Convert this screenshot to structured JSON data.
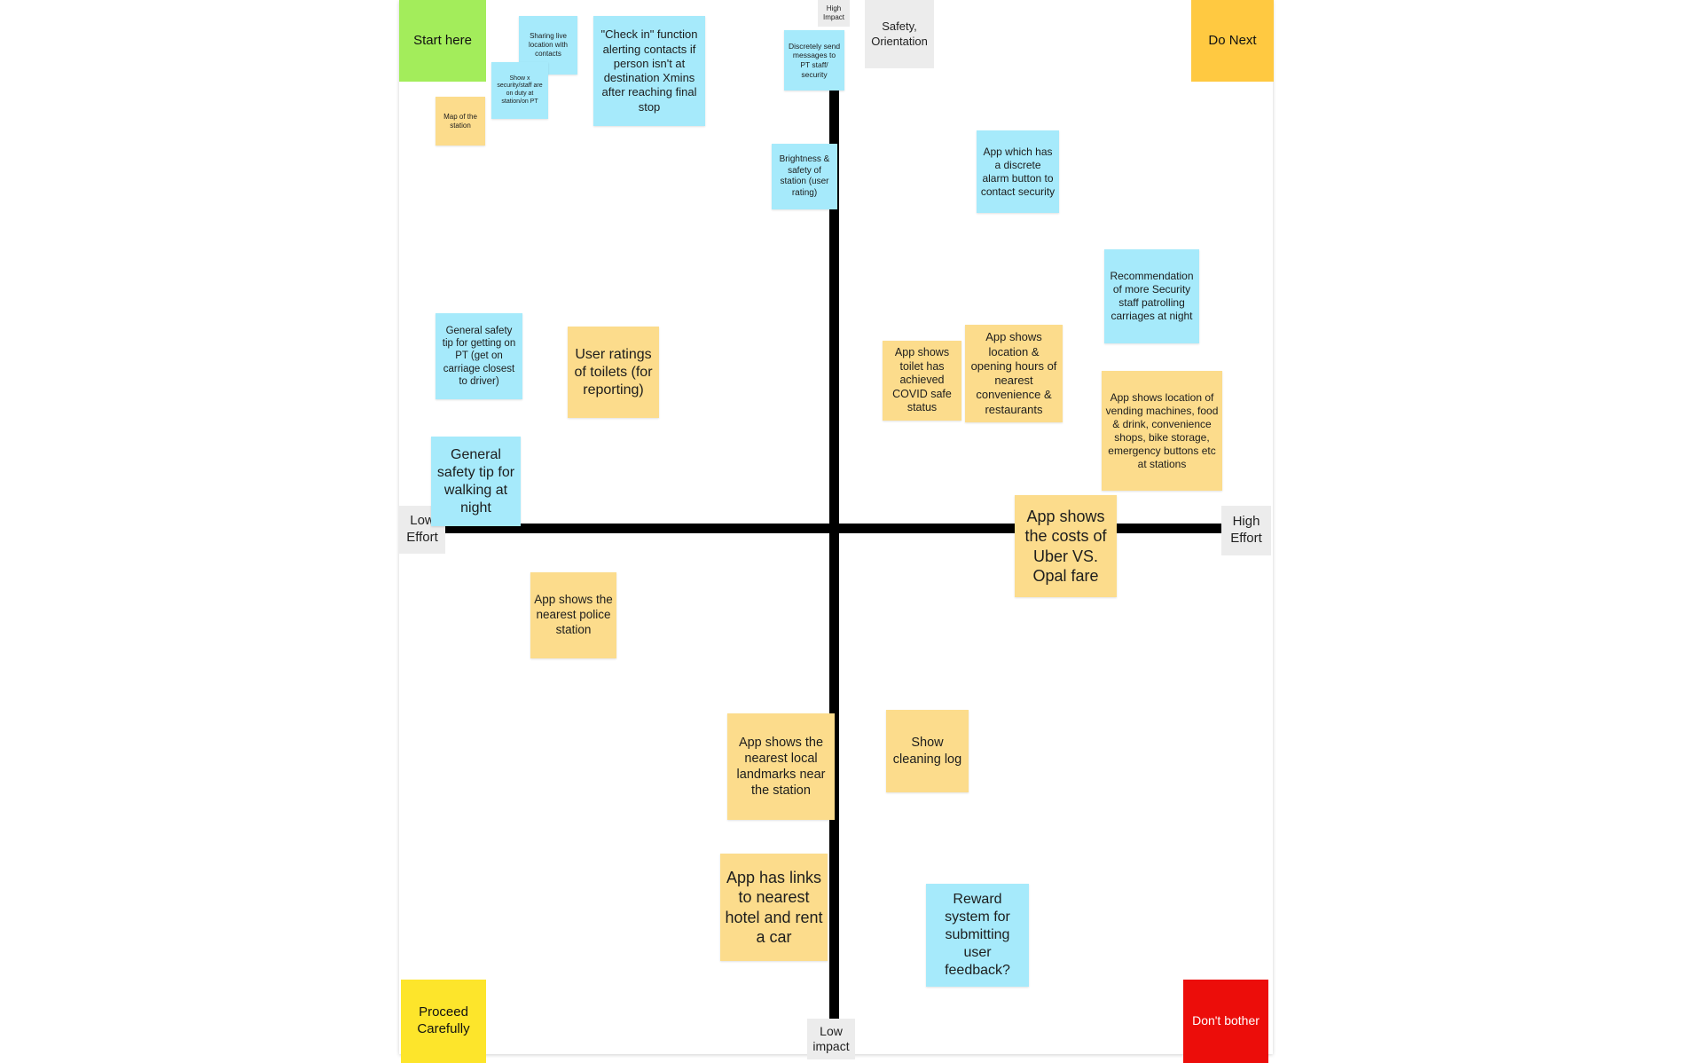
{
  "board": {
    "corners": {
      "start_here": "Start here",
      "do_next": "Do Next",
      "proceed_carefully": "Proceed Carefully",
      "dont_bother": "Don't bother"
    },
    "axis_labels": {
      "high_impact": "High Impact",
      "low_impact": "Low impact",
      "low_effort": "Low Effort",
      "high_effort": "High Effort",
      "category": "Safety, Orientation"
    },
    "notes": [
      "Sharing live location with contacts",
      "\"Check in\" function alerting contacts if person isn't at destination Xmins after reaching final stop",
      "Show x security/staff are on duty at station/on PT",
      "Map of the station",
      "Discretely send messages to PT staff/ security",
      "Brightness & safety of station (user rating)",
      "App which has a discrete alarm button to contact security",
      "Recommendation of more Security staff patrolling carriages at night",
      "General safety tip for getting on PT (get on carriage closest to driver)",
      "User ratings of toilets (for reporting)",
      "App shows toilet has achieved COVID safe status",
      "App shows location & opening hours of nearest convenience & restaurants",
      "App shows location of vending machines, food & drink, convenience shops, bike storage, emergency buttons etc at stations",
      "General safety tip for walking at night",
      "App shows the costs of Uber VS. Opal fare",
      "App shows the nearest police station",
      "App shows the nearest local landmarks near the station",
      "Show cleaning log",
      "App has links to nearest hotel and rent a car",
      "Reward system for submitting user feedback?"
    ]
  },
  "colors": {
    "start_here": "#a3ed5b",
    "do_next": "#ffc941",
    "proceed_carefully": "#fde52b",
    "dont_bother": "#ec0d0a",
    "blue_note": "#a6eafb",
    "orange_note": "#fcdc8c",
    "label_bg": "#ececec"
  }
}
